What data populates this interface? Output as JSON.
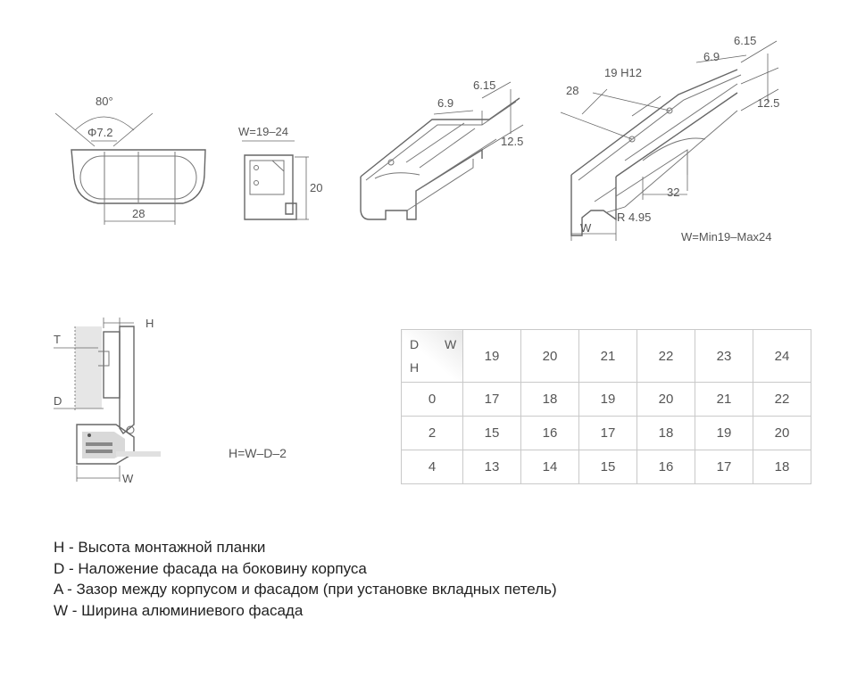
{
  "figure1": {
    "angle": "80°",
    "hole": "Φ7.2",
    "width": "28"
  },
  "figure2": {
    "width": "W=19–24",
    "height": "20"
  },
  "figure3": {
    "d1": "6.9",
    "d2": "6.15",
    "d3": "12.5"
  },
  "figure4": {
    "d1": "6.15",
    "d2": "6.9",
    "d3": "19 H12",
    "d4": "28",
    "d5": "12.5",
    "d6": "32",
    "radius": "R 4.95",
    "w": "W",
    "range": "W=Min19–Max24"
  },
  "figure5": {
    "h": "H",
    "t": "T",
    "d": "D",
    "w": "W",
    "formula": "H=W–D–2"
  },
  "table": {
    "corner": {
      "d": "D",
      "w": "W",
      "h": "H"
    },
    "columns": [
      "19",
      "20",
      "21",
      "22",
      "23",
      "24"
    ],
    "rows": [
      {
        "d": "0",
        "values": [
          "17",
          "18",
          "19",
          "20",
          "21",
          "22"
        ]
      },
      {
        "d": "2",
        "values": [
          "15",
          "16",
          "17",
          "18",
          "19",
          "20"
        ]
      },
      {
        "d": "4",
        "values": [
          "13",
          "14",
          "15",
          "16",
          "17",
          "18"
        ]
      }
    ]
  },
  "legend": [
    "H  - Высота монтажной планки",
    "D  - Наложение фасада на боковину корпуса",
    "A  - Зазор между корпусом и фасадом (при установке вкладных петель)",
    "W - Ширина алюминиевого фасада"
  ]
}
